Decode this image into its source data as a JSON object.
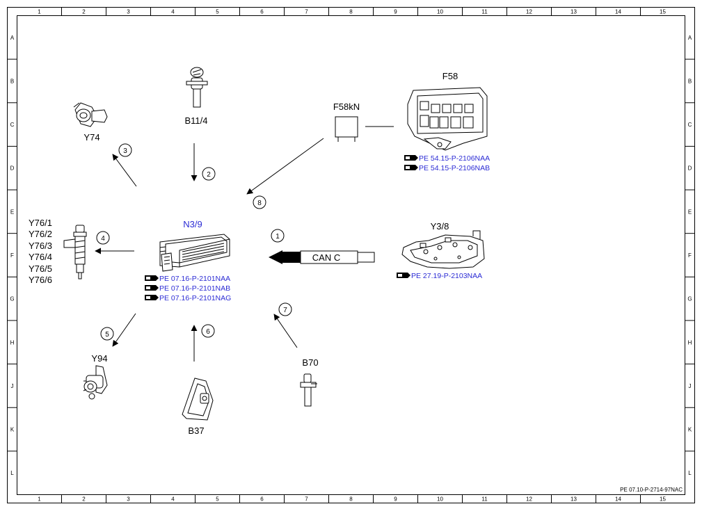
{
  "grid": {
    "columns": [
      "1",
      "2",
      "3",
      "4",
      "5",
      "6",
      "7",
      "8",
      "9",
      "10",
      "11",
      "12",
      "13",
      "14",
      "15"
    ],
    "rows": [
      "A",
      "B",
      "C",
      "D",
      "E",
      "F",
      "G",
      "H",
      "J",
      "K",
      "L"
    ]
  },
  "components": {
    "ecu": "N3/9",
    "ecu_refs": [
      "PE 07.16-P-2101NAA",
      "PE 07.16-P-2101NAB",
      "PE 07.16-P-2101NAG"
    ],
    "b11_4": "B11/4",
    "y74": "Y74",
    "f58kn": "F58kN",
    "f58": "F58",
    "f58_refs": [
      "PE 54.15-P-2106NAA",
      "PE 54.15-P-2106NAB"
    ],
    "y76": [
      "Y76/1",
      "Y76/2",
      "Y76/3",
      "Y76/4",
      "Y76/5",
      "Y76/6"
    ],
    "y3_8": "Y3/8",
    "y3_8_ref": "PE 27.19-P-2103NAA",
    "can": "CAN C",
    "y94": "Y94",
    "b37": "B37",
    "b70": "B70"
  },
  "connections": [
    "1",
    "2",
    "3",
    "4",
    "5",
    "6",
    "7",
    "8"
  ],
  "doc_id": "PE 07.10-P-2714-97NAC",
  "colors": {
    "reference": "#2b2bd4",
    "line": "#000000"
  }
}
